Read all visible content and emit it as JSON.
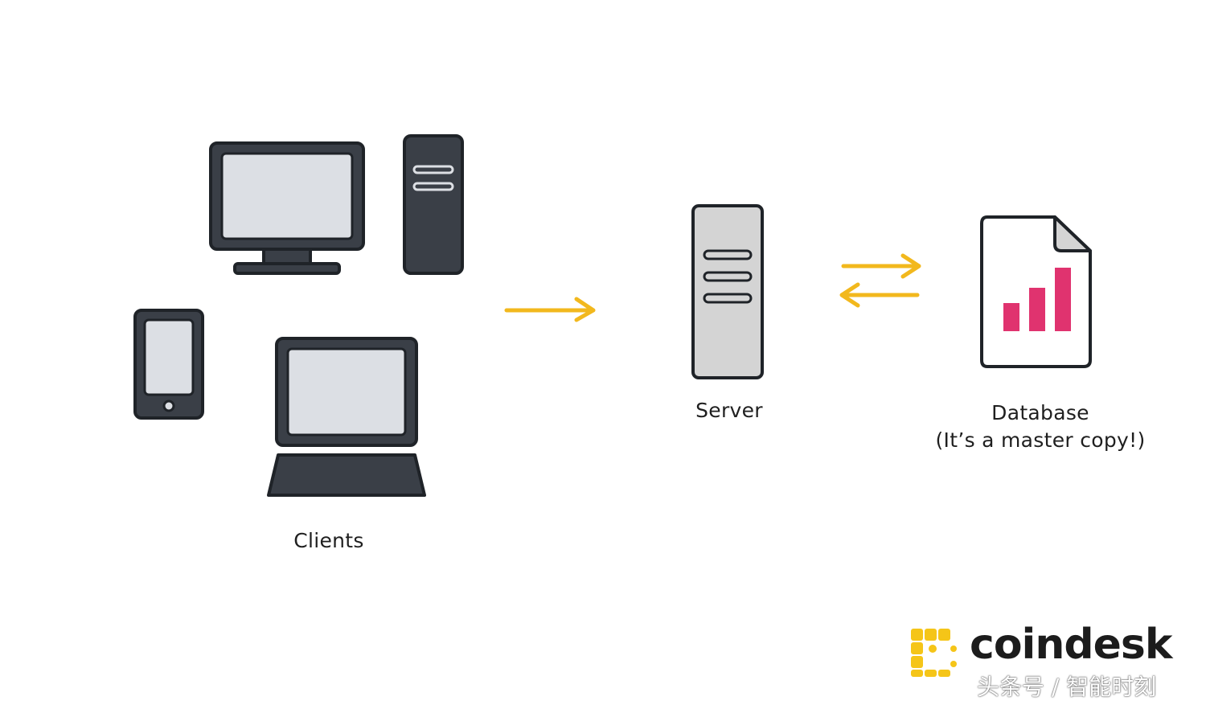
{
  "labels": {
    "clients": "Clients",
    "server": "Server",
    "database_line1": "Database",
    "database_line2": "(It’s a master copy!)"
  },
  "brand": {
    "name": "coindesk",
    "watermark": "头条号 / 智能时刻",
    "logo_icon": "coindesk-logo-icon"
  },
  "icons": [
    "desktop-monitor-icon",
    "pc-tower-icon",
    "tablet-icon",
    "laptop-icon",
    "server-icon",
    "database-document-icon",
    "arrow-right-icon",
    "arrow-left-icon"
  ],
  "colors": {
    "arrow": "#f2b81d",
    "outline": "#1f2328",
    "device_dark": "#3a3f47",
    "screen": "#dcdfe4",
    "server_body": "#d4d4d4",
    "bars": "#e0336f",
    "logo_yellow": "#f5c518"
  }
}
